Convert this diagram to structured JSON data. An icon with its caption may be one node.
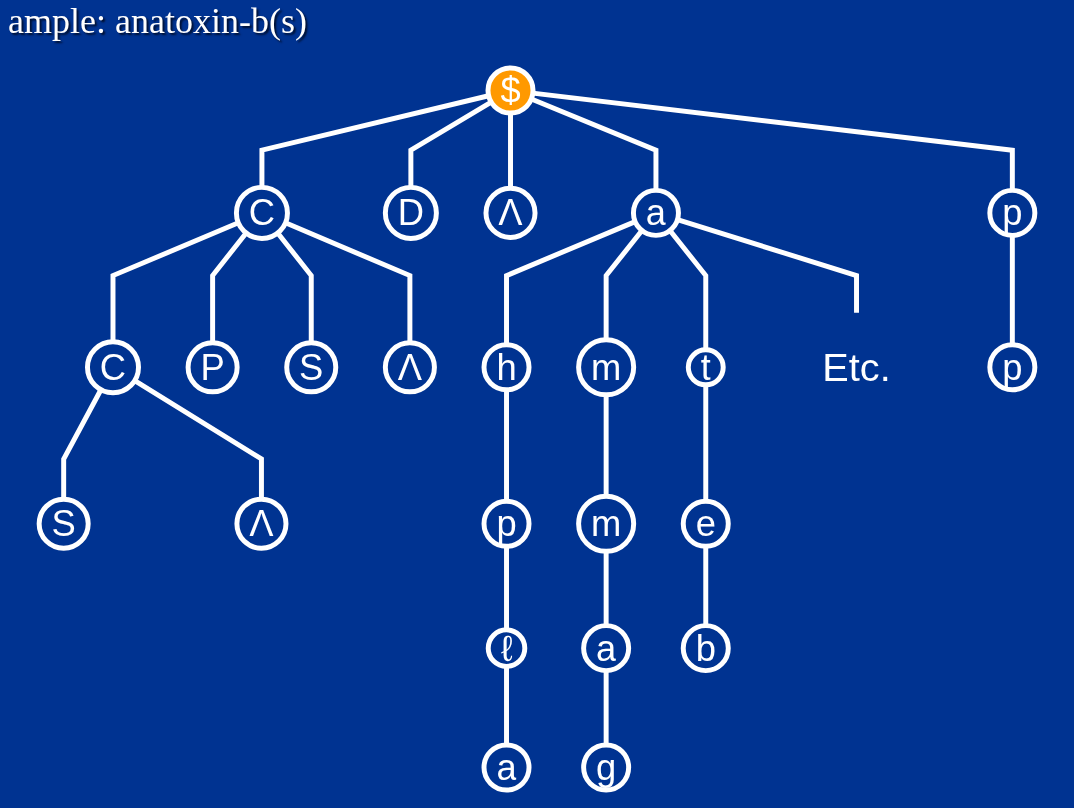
{
  "diagram": {
    "title": "ample: anatoxin-b(s)",
    "nodes": [
      {
        "text": [
          "$"
        ]
      },
      {
        "text": [
          "C"
        ]
      },
      {
        "text": [
          "D"
        ]
      },
      {
        "text": [
          "Λ"
        ]
      },
      {
        "text": [
          "a"
        ]
      },
      {
        "text": [
          "p"
        ]
      },
      {
        "text": [
          "C"
        ]
      },
      {
        "text": [
          "P"
        ]
      },
      {
        "text": [
          "S"
        ]
      },
      {
        "text": [
          "Λ"
        ]
      },
      {
        "text": [
          "h"
        ]
      },
      {
        "text": [
          "m"
        ]
      },
      {
        "text": [
          "t"
        ]
      },
      {
        "text": [
          "Etc."
        ]
      },
      {
        "text": [
          "p"
        ]
      },
      {
        "text": [
          "S"
        ]
      },
      {
        "text": [
          "Λ"
        ]
      },
      {
        "text": [
          "p"
        ]
      },
      {
        "text": [
          "m"
        ]
      },
      {
        "text": [
          "e"
        ]
      },
      {
        "text": [
          "ℓ"
        ]
      },
      {
        "text": [
          "a"
        ]
      },
      {
        "text": [
          "b"
        ]
      },
      {
        "text": [
          "a"
        ]
      },
      {
        "text": [
          "g"
        ]
      }
    ],
    "edges": [
      {
        "from": 0,
        "to": 1,
        "arrow": "none"
      },
      {
        "from": 0,
        "to": 2,
        "arrow": "none"
      },
      {
        "from": 0,
        "to": 3,
        "arrow": "none"
      },
      {
        "from": 0,
        "to": 4,
        "arrow": "none"
      },
      {
        "from": 0,
        "to": 5,
        "arrow": "none"
      },
      {
        "from": 1,
        "to": 6,
        "arrow": "none"
      },
      {
        "from": 1,
        "to": 7,
        "arrow": "none"
      },
      {
        "from": 1,
        "to": 8,
        "arrow": "none"
      },
      {
        "from": 1,
        "to": 9,
        "arrow": "none"
      },
      {
        "from": 4,
        "to": 10,
        "arrow": "none"
      },
      {
        "from": 4,
        "to": 11,
        "arrow": "none"
      },
      {
        "from": 4,
        "to": 12,
        "arrow": "none"
      },
      {
        "from": 4,
        "to": 13,
        "arrow": "none"
      },
      {
        "from": 5,
        "to": 14,
        "arrow": "none"
      },
      {
        "from": 6,
        "to": 15,
        "arrow": "none"
      },
      {
        "from": 6,
        "to": 16,
        "arrow": "none"
      },
      {
        "from": 10,
        "to": 17,
        "arrow": "none"
      },
      {
        "from": 11,
        "to": 18,
        "arrow": "none"
      },
      {
        "from": 12,
        "to": 19,
        "arrow": "none"
      },
      {
        "from": 17,
        "to": 20,
        "arrow": "none"
      },
      {
        "from": 18,
        "to": 21,
        "arrow": "none"
      },
      {
        "from": 19,
        "to": 22,
        "arrow": "none"
      },
      {
        "from": 20,
        "to": 23,
        "arrow": "none"
      },
      {
        "from": 21,
        "to": 24,
        "arrow": "none"
      }
    ]
  }
}
